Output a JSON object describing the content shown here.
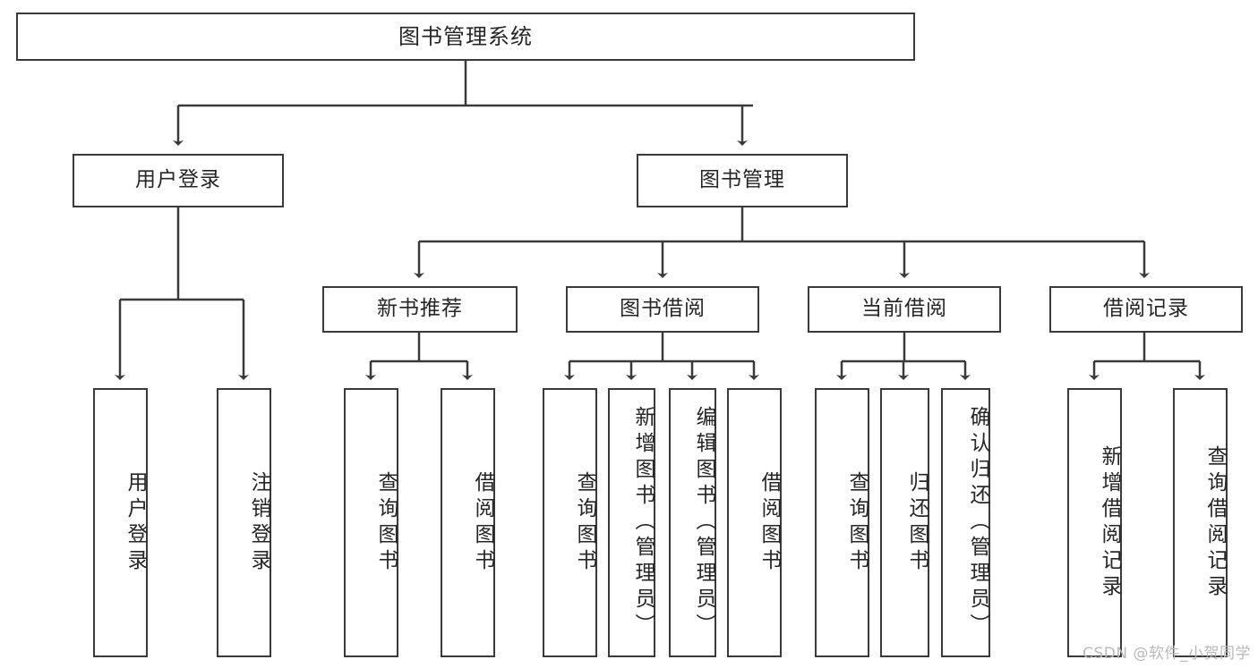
{
  "diagram": {
    "title": "图书管理系统",
    "root": {
      "label": "图书管理系统"
    },
    "level2": [
      {
        "label": "用户登录"
      },
      {
        "label": "图书管理"
      }
    ],
    "level3": [
      {
        "label": "新书推荐"
      },
      {
        "label": "图书借阅"
      },
      {
        "label": "当前借阅"
      },
      {
        "label": "借阅记录"
      }
    ],
    "leaves": [
      {
        "label": "用户登录"
      },
      {
        "label": "注销登录"
      },
      {
        "label": "查询图书"
      },
      {
        "label": "借阅图书"
      },
      {
        "label": "查询图书"
      },
      {
        "label": "新增图书（管理员）"
      },
      {
        "label": "编辑图书（管理员）"
      },
      {
        "label": "借阅图书"
      },
      {
        "label": "查询图书"
      },
      {
        "label": "归还图书"
      },
      {
        "label": "确认归还（管理员）"
      },
      {
        "label": "新增借阅记录"
      },
      {
        "label": "查询借阅记录"
      }
    ]
  },
  "watermark": {
    "text": "CSDN @软件_小贺同学"
  },
  "colors": {
    "stroke": "#3a3a3a",
    "text": "#262626",
    "background": "#ffffff",
    "watermark": "#b9b9b9"
  }
}
